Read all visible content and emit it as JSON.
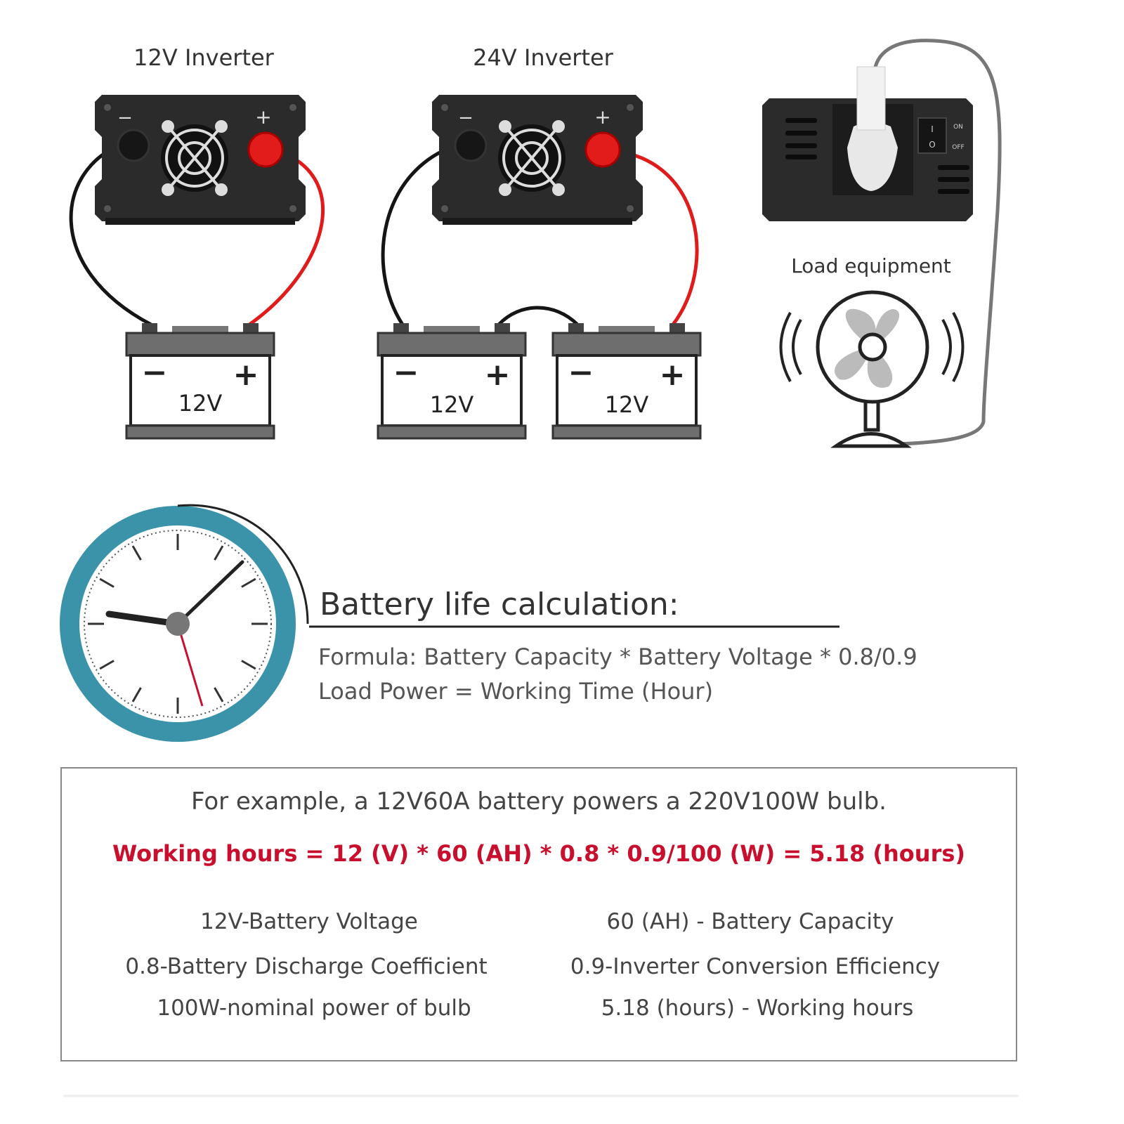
{
  "diagram": {
    "inverter_12v_title": "12V Inverter",
    "inverter_24v_title": "24V Inverter",
    "load_title": "Load equipment",
    "terminal_minus": "−",
    "terminal_plus": "+",
    "battery_label": "12V",
    "switch_on": "ON",
    "switch_off": "OFF",
    "switch_on_symbol": "I",
    "switch_off_symbol": "O"
  },
  "calculation": {
    "heading": "Battery life calculation:",
    "formula_line1": "Formula: Battery Capacity * Battery Voltage * 0.8/0.9",
    "formula_line2": "Load Power = Working Time (Hour)"
  },
  "example": {
    "intro": "For example, a 12V60A battery powers a 220V100W bulb.",
    "result": "Working hours = 12 (V) * 60 (AH) * 0.8 * 0.9/100 (W) = 5.18 (hours)",
    "left": [
      "12V-Battery Voltage",
      "0.8-Battery Discharge Coefficient",
      "100W-nominal power of bulb"
    ],
    "right": [
      "60 (AH) - Battery Capacity",
      "0.9-Inverter Conversion Efficiency",
      "5.18 (hours) - Working hours"
    ]
  },
  "colors": {
    "accent_red": "#c8102e",
    "clock_teal": "#3a93a8",
    "inverter_body": "#2b2b2b"
  }
}
